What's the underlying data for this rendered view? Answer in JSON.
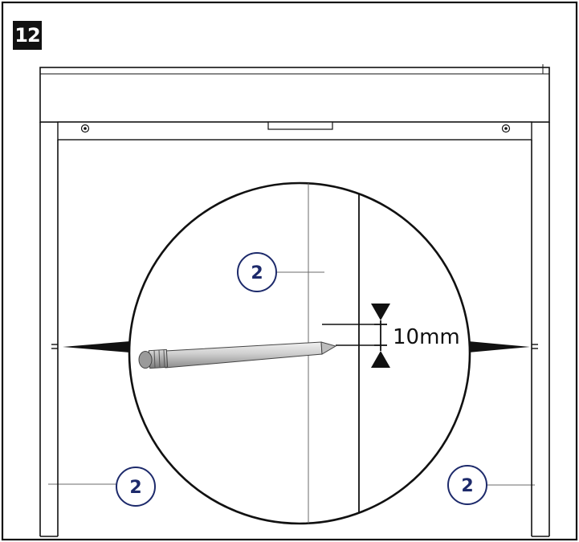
{
  "step": {
    "number": "12"
  },
  "measurement": {
    "value": "10mm"
  },
  "callouts": {
    "part_number": "2"
  },
  "colors": {
    "line": "#111111",
    "callout": "#1d2a6b",
    "thin": "#6b6b6b"
  }
}
